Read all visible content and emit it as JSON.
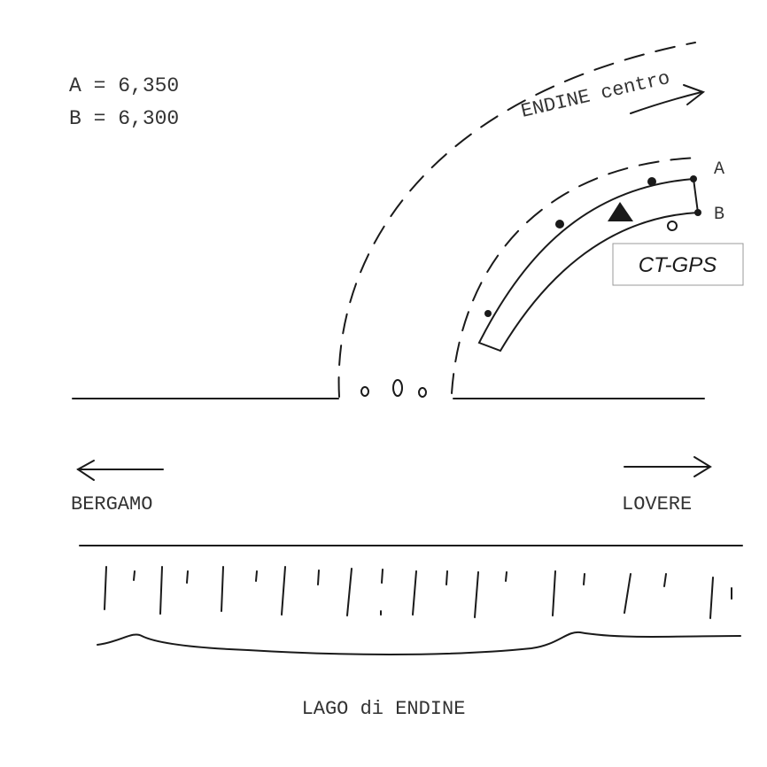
{
  "legend": {
    "line_a": "A = 6,350",
    "line_b": "B = 6,300"
  },
  "labels": {
    "endine_centro": "ENDINE centro",
    "point_a": "A",
    "point_b": "B",
    "ct_gps": "CT-GPS",
    "bergamo": "BERGAMO",
    "lovere": "LOVERE",
    "lake": "LAGO di ENDINE"
  }
}
